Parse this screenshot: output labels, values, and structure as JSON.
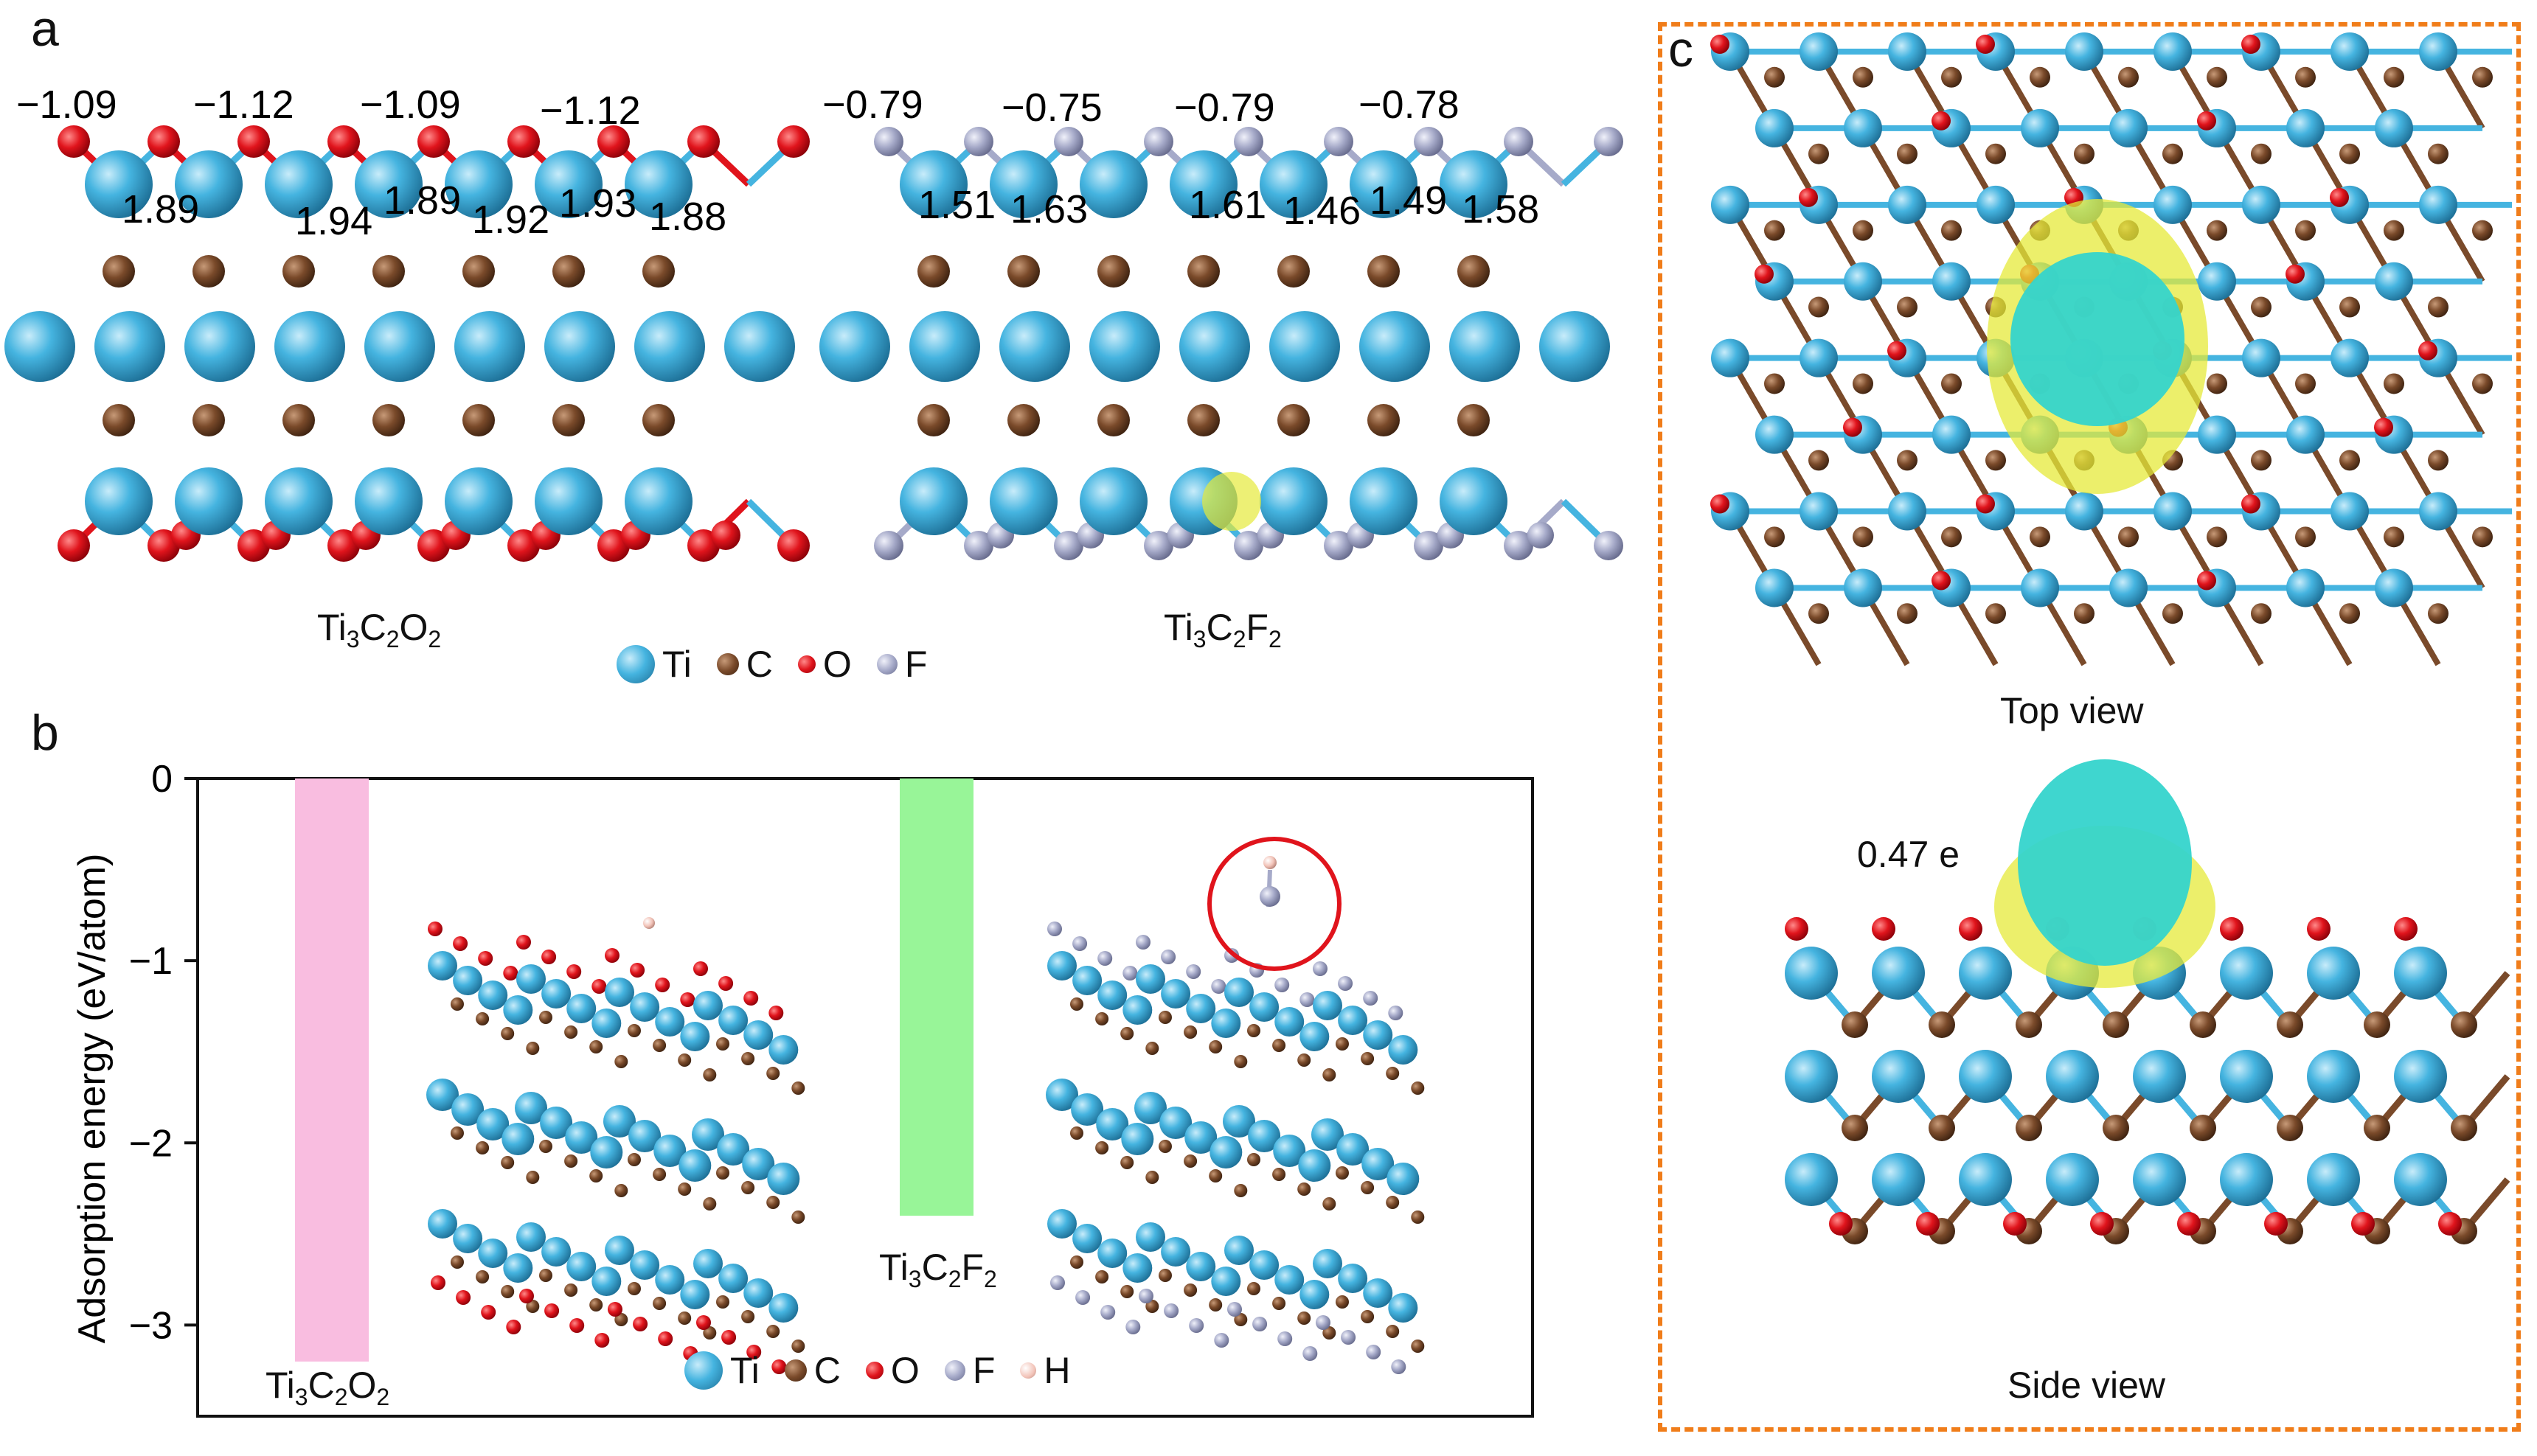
{
  "panels": {
    "a": "a",
    "b": "b",
    "c": "c"
  },
  "colors": {
    "ti": "#45b4e0",
    "c": "#7a4a2a",
    "o": "#e0141c",
    "f": "#a6aac9",
    "h": "#f2c3b8",
    "pink": "#f9bde0",
    "green": "#98f598",
    "frame": "#f07d1a",
    "isoYellow": "#e6ea3a",
    "isoCyan": "#35d4cc"
  },
  "panel_a": {
    "left": {
      "top_charges": [
        "−1.09",
        "−1.12",
        "−1.09",
        "−1.12"
      ],
      "ti_charges": [
        "1.89",
        "1.94",
        "1.89",
        "1.92",
        "1.93",
        "1.88"
      ],
      "formula": {
        "base": [
          "Ti",
          "C",
          "O"
        ],
        "subs": [
          "3",
          "2",
          "2"
        ]
      }
    },
    "right": {
      "top_charges": [
        "−0.79",
        "−0.75",
        "−0.79",
        "−0.78"
      ],
      "ti_charges": [
        "1.51",
        "1.63",
        "1.61",
        "1.46",
        "1.49",
        "1.58"
      ],
      "formula": {
        "base": [
          "Ti",
          "C",
          "F"
        ],
        "subs": [
          "3",
          "2",
          "2"
        ]
      }
    },
    "legend": [
      "Ti",
      "C",
      "O",
      "F"
    ]
  },
  "panel_b": {
    "chart_data": {
      "type": "bar",
      "categories": [
        "Ti3C2O2",
        "Ti3C2F2"
      ],
      "values": [
        -3.2,
        -2.4
      ],
      "title": "",
      "xlabel": "",
      "ylabel": "Adsorption energy (eV/atom)",
      "ylim": [
        -3.5,
        0
      ],
      "yticks": [
        "0",
        "−1",
        "−2",
        "−3"
      ],
      "bar_colors": [
        "#f9bde0",
        "#98f598"
      ]
    },
    "label_left": {
      "base": [
        "Ti",
        "C",
        "O"
      ],
      "subs": [
        "3",
        "2",
        "2"
      ]
    },
    "label_right": {
      "base": [
        "Ti",
        "C",
        "F"
      ],
      "subs": [
        "3",
        "2",
        "2"
      ]
    },
    "legend": [
      "Ti",
      "C",
      "O",
      "F",
      "H"
    ]
  },
  "panel_c": {
    "top_caption": "Top view",
    "side_caption": "Side view",
    "charge_label": "0.47 e"
  }
}
